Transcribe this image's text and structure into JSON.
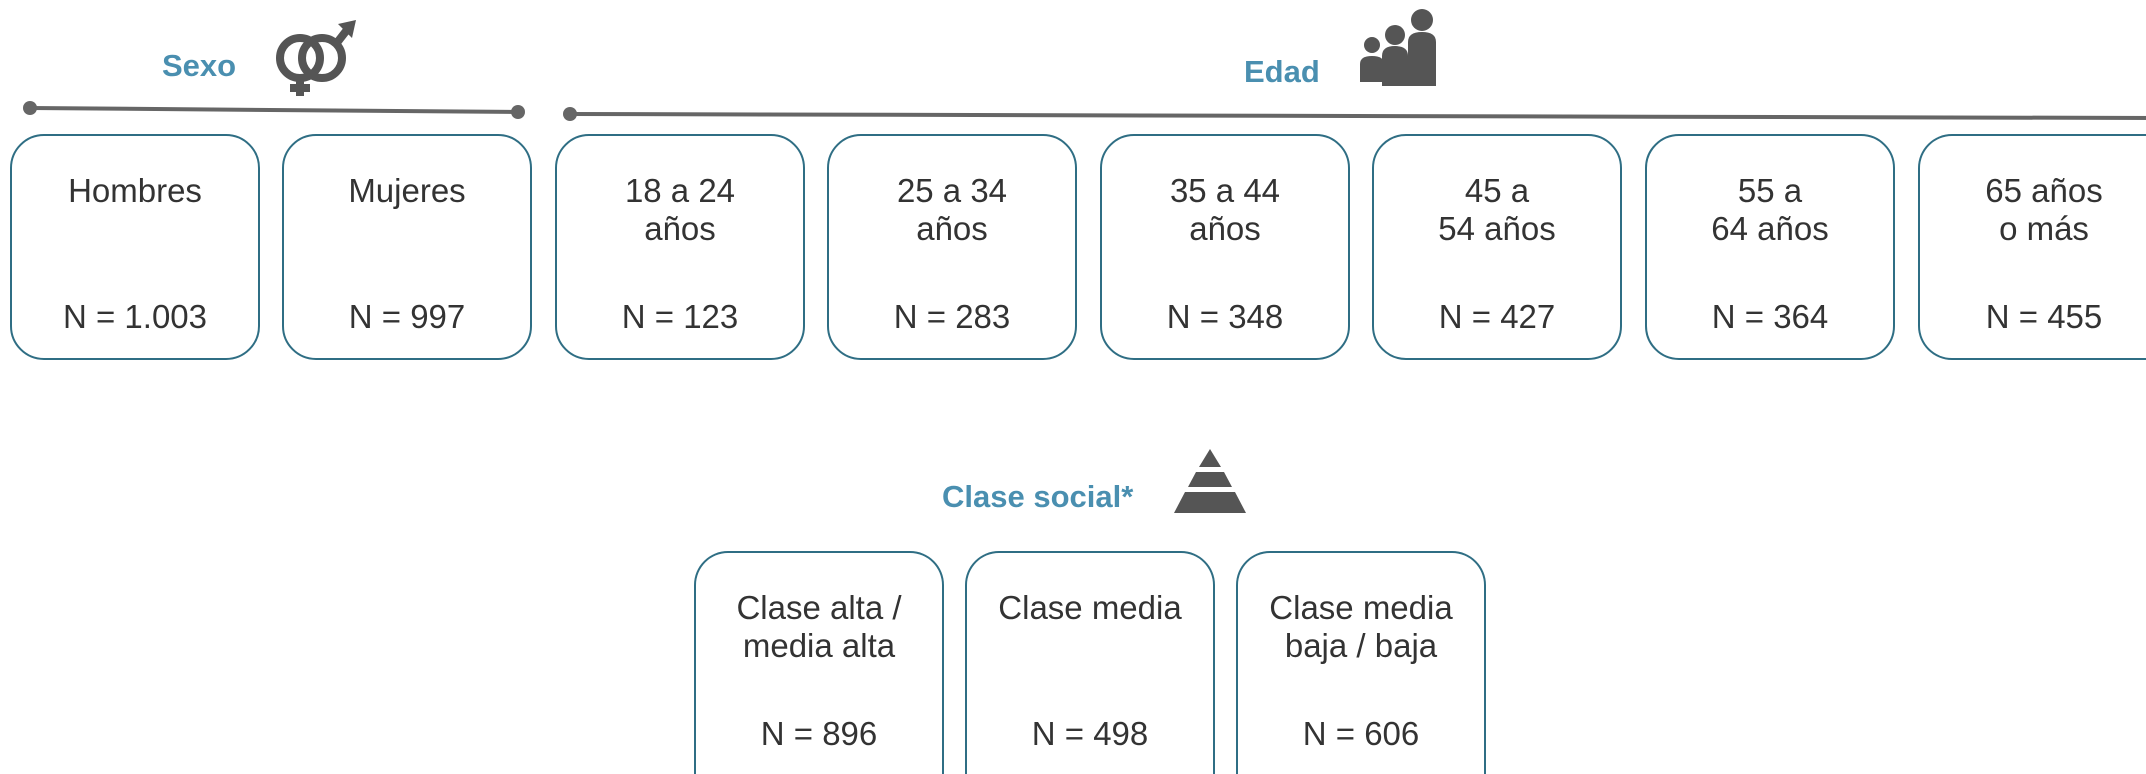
{
  "sexo": {
    "title": "Sexo",
    "icon": "gender-symbols-icon",
    "cards": [
      {
        "label": "Hombres",
        "n": "N = 1.003"
      },
      {
        "label": "Mujeres",
        "n": "N = 997"
      }
    ]
  },
  "edad": {
    "title": "Edad",
    "icon": "family-group-icon",
    "cards": [
      {
        "label": "18 a 24\naños",
        "n": "N = 123"
      },
      {
        "label": "25 a 34\naños",
        "n": "N = 283"
      },
      {
        "label": "35 a 44\naños",
        "n": "N = 348"
      },
      {
        "label": "45 a\n54 años",
        "n": "N = 427"
      },
      {
        "label": "55 a\n64 años",
        "n": "N = 364"
      },
      {
        "label": "65 años\no más",
        "n": "N = 455"
      }
    ]
  },
  "clase": {
    "title": "Clase social*",
    "icon": "pyramid-icon",
    "cards": [
      {
        "label": "Clase alta /\nmedia alta",
        "n": "N = 896"
      },
      {
        "label": "Clase media",
        "n": "N = 498"
      },
      {
        "label": "Clase media\nbaja / baja",
        "n": "N = 606"
      }
    ]
  },
  "colors": {
    "title": "#4a8fb0",
    "card_border": "#2f6e84",
    "icon": "#555555",
    "line": "#666666"
  }
}
